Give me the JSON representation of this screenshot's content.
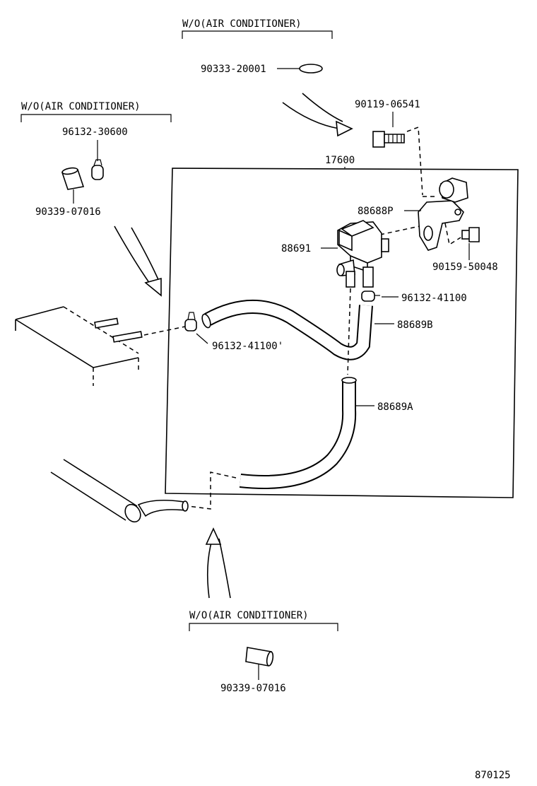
{
  "notes": {
    "top": "W/O(AIR CONDITIONER)",
    "left": "W/O(AIR CONDITIONER)",
    "bottom": "W/O(AIR CONDITIONER)"
  },
  "parts": {
    "p90333_20001": "90333-20001",
    "p90119_06541": "90119-06541",
    "p96132_30600": "96132-30600",
    "p90339_07016_left": "90339-07016",
    "p17600": "17600",
    "p88688P": "88688P",
    "p88691": "88691",
    "p90159_50048": "90159-50048",
    "p96132_41100_right": "96132-41100",
    "p88689B": "88689B",
    "p96132_41100_left": "96132-41100'",
    "p88689A": "88689A",
    "p90339_07016_bottom": "90339-07016"
  },
  "figure_id": "870125"
}
